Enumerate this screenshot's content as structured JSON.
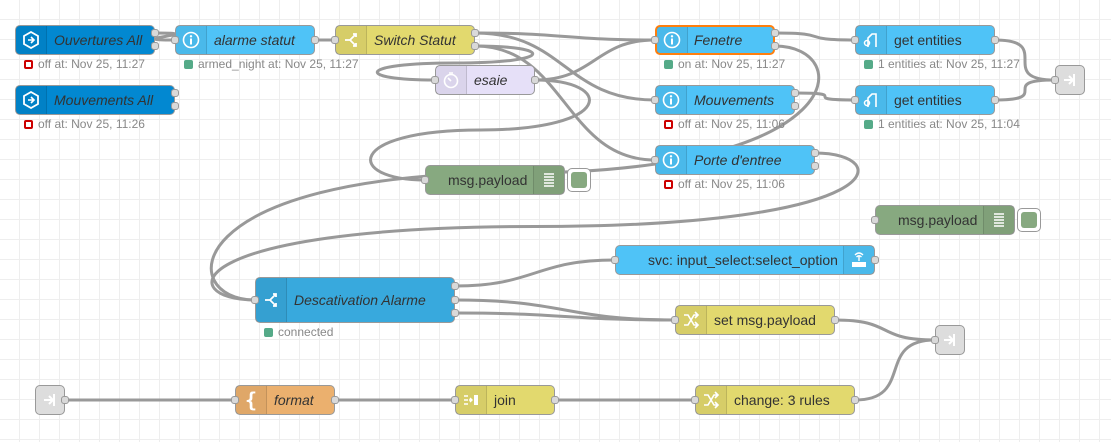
{
  "colors": {
    "ha_dark": "#0288d1",
    "ha_light": "#4fc3f7",
    "switch": "#e2d96e",
    "esaie": "#e6e0f8",
    "debug": "#87a980",
    "change": "#e2d96e",
    "format": "#ebb06e",
    "link": "#dddddd",
    "selected": "#ff7f0e",
    "wire": "#999999"
  },
  "nodes": [
    {
      "id": "ouvertures",
      "label": "Ouvertures All",
      "type": "ha-event",
      "icon": "home-assistant-icon",
      "style": "ha_dark"
    },
    {
      "id": "mouvements_all",
      "label": "Mouvements All",
      "type": "ha-event",
      "icon": "home-assistant-icon",
      "style": "ha_dark"
    },
    {
      "id": "alarme",
      "label": "alarme statut",
      "type": "ha-state",
      "icon": "info-icon",
      "style": "ha_light"
    },
    {
      "id": "switch_statut",
      "label": "Switch Statut",
      "type": "switch",
      "icon": "switch-icon",
      "style": "switch"
    },
    {
      "id": "esaie",
      "label": "esaie",
      "type": "delay",
      "icon": "timer-icon",
      "style": "esaie"
    },
    {
      "id": "fenetre",
      "label": "Fenetre",
      "type": "ha-state",
      "icon": "info-icon",
      "style": "ha_light"
    },
    {
      "id": "mouvements",
      "label": "Mouvements",
      "type": "ha-state",
      "icon": "info-icon",
      "style": "ha_light"
    },
    {
      "id": "porte",
      "label": "Porte d'entree",
      "type": "ha-state",
      "icon": "info-icon",
      "style": "ha_light"
    },
    {
      "id": "get1",
      "label": "get entities",
      "type": "ha-get",
      "icon": "get-entities-icon",
      "style": "ha_light"
    },
    {
      "id": "get2",
      "label": "get entities",
      "type": "ha-get",
      "icon": "get-entities-icon",
      "style": "ha_light"
    },
    {
      "id": "link_out1",
      "label": "",
      "type": "link-out",
      "icon": "link-out-icon",
      "style": "link"
    },
    {
      "id": "debug1",
      "label": "msg.payload",
      "type": "debug",
      "icon": "debug-icon",
      "style": "debug"
    },
    {
      "id": "debug2",
      "label": "msg.payload",
      "type": "debug",
      "icon": "debug-icon",
      "style": "debug"
    },
    {
      "id": "svc",
      "label": "svc: input_select:select_option",
      "type": "ha-service",
      "icon": "router-icon",
      "style": "ha_light"
    },
    {
      "id": "desact",
      "label": "Descativation Alarme",
      "type": "ha-switch",
      "icon": "switch-icon",
      "style": "ha_dark_blue"
    },
    {
      "id": "setpayload",
      "label": "set msg.payload",
      "type": "change",
      "icon": "shuffle-icon",
      "style": "change"
    },
    {
      "id": "link_out2",
      "label": "",
      "type": "link-out",
      "icon": "link-out-icon",
      "style": "link"
    },
    {
      "id": "link_in",
      "label": "",
      "type": "link-in",
      "icon": "link-in-icon",
      "style": "link"
    },
    {
      "id": "format",
      "label": "format",
      "type": "template",
      "icon": "brace-icon",
      "style": "format"
    },
    {
      "id": "join",
      "label": "join",
      "type": "join",
      "icon": "join-icon",
      "style": "change"
    },
    {
      "id": "change3",
      "label": "change: 3 rules",
      "type": "change",
      "icon": "shuffle-icon",
      "style": "change"
    }
  ],
  "statuses": {
    "ouvertures": {
      "text": "off at: Nov 25, 11:27",
      "shape": "red"
    },
    "mouvements_all": {
      "text": "off at: Nov 25, 11:26",
      "shape": "red"
    },
    "alarme": {
      "text": "armed_night at: Nov 25, 11:27",
      "shape": "green"
    },
    "fenetre": {
      "text": "on at: Nov 25, 11:27",
      "shape": "green"
    },
    "mouvements": {
      "text": "off at: Nov 25, 11:06",
      "shape": "red"
    },
    "porte": {
      "text": "off at: Nov 25, 11:06",
      "shape": "red"
    },
    "get1": {
      "text": "1 entities at: Nov 25, 11:27",
      "shape": "green"
    },
    "get2": {
      "text": "1 entities at: Nov 25, 11:04",
      "shape": "green"
    },
    "desact": {
      "text": "connected",
      "shape": "green"
    }
  }
}
